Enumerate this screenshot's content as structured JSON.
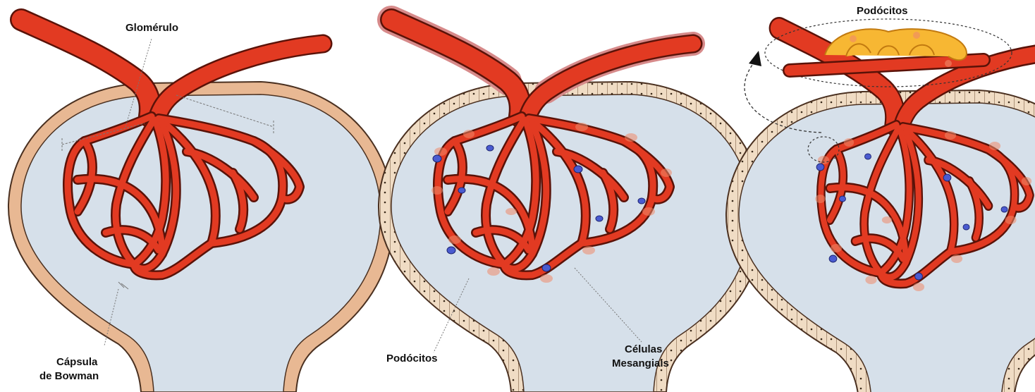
{
  "labels": {
    "glomerulo": "Glomérulo",
    "capsula_line1": "Cápsula",
    "capsula_line2": "de Bowman",
    "podocitos_mid": "Podócitos",
    "celulas_line1": "Células",
    "celulas_line2": "Mesangiais",
    "podocitos_top": "Podócitos"
  },
  "colors": {
    "background": "#ffffff",
    "vessel": "#e23a22",
    "vessel_outline": "#5a1208",
    "capsule_fluid": "#d6e0ea",
    "capsule_wall": "#e8b893",
    "epithelium": "#f0dcc4",
    "mesangial_cell": "#4a5bd0",
    "podocyte_halo": "#f08a6a",
    "podocyte_foot": "#f7b733",
    "annotation_line": "#555555"
  }
}
